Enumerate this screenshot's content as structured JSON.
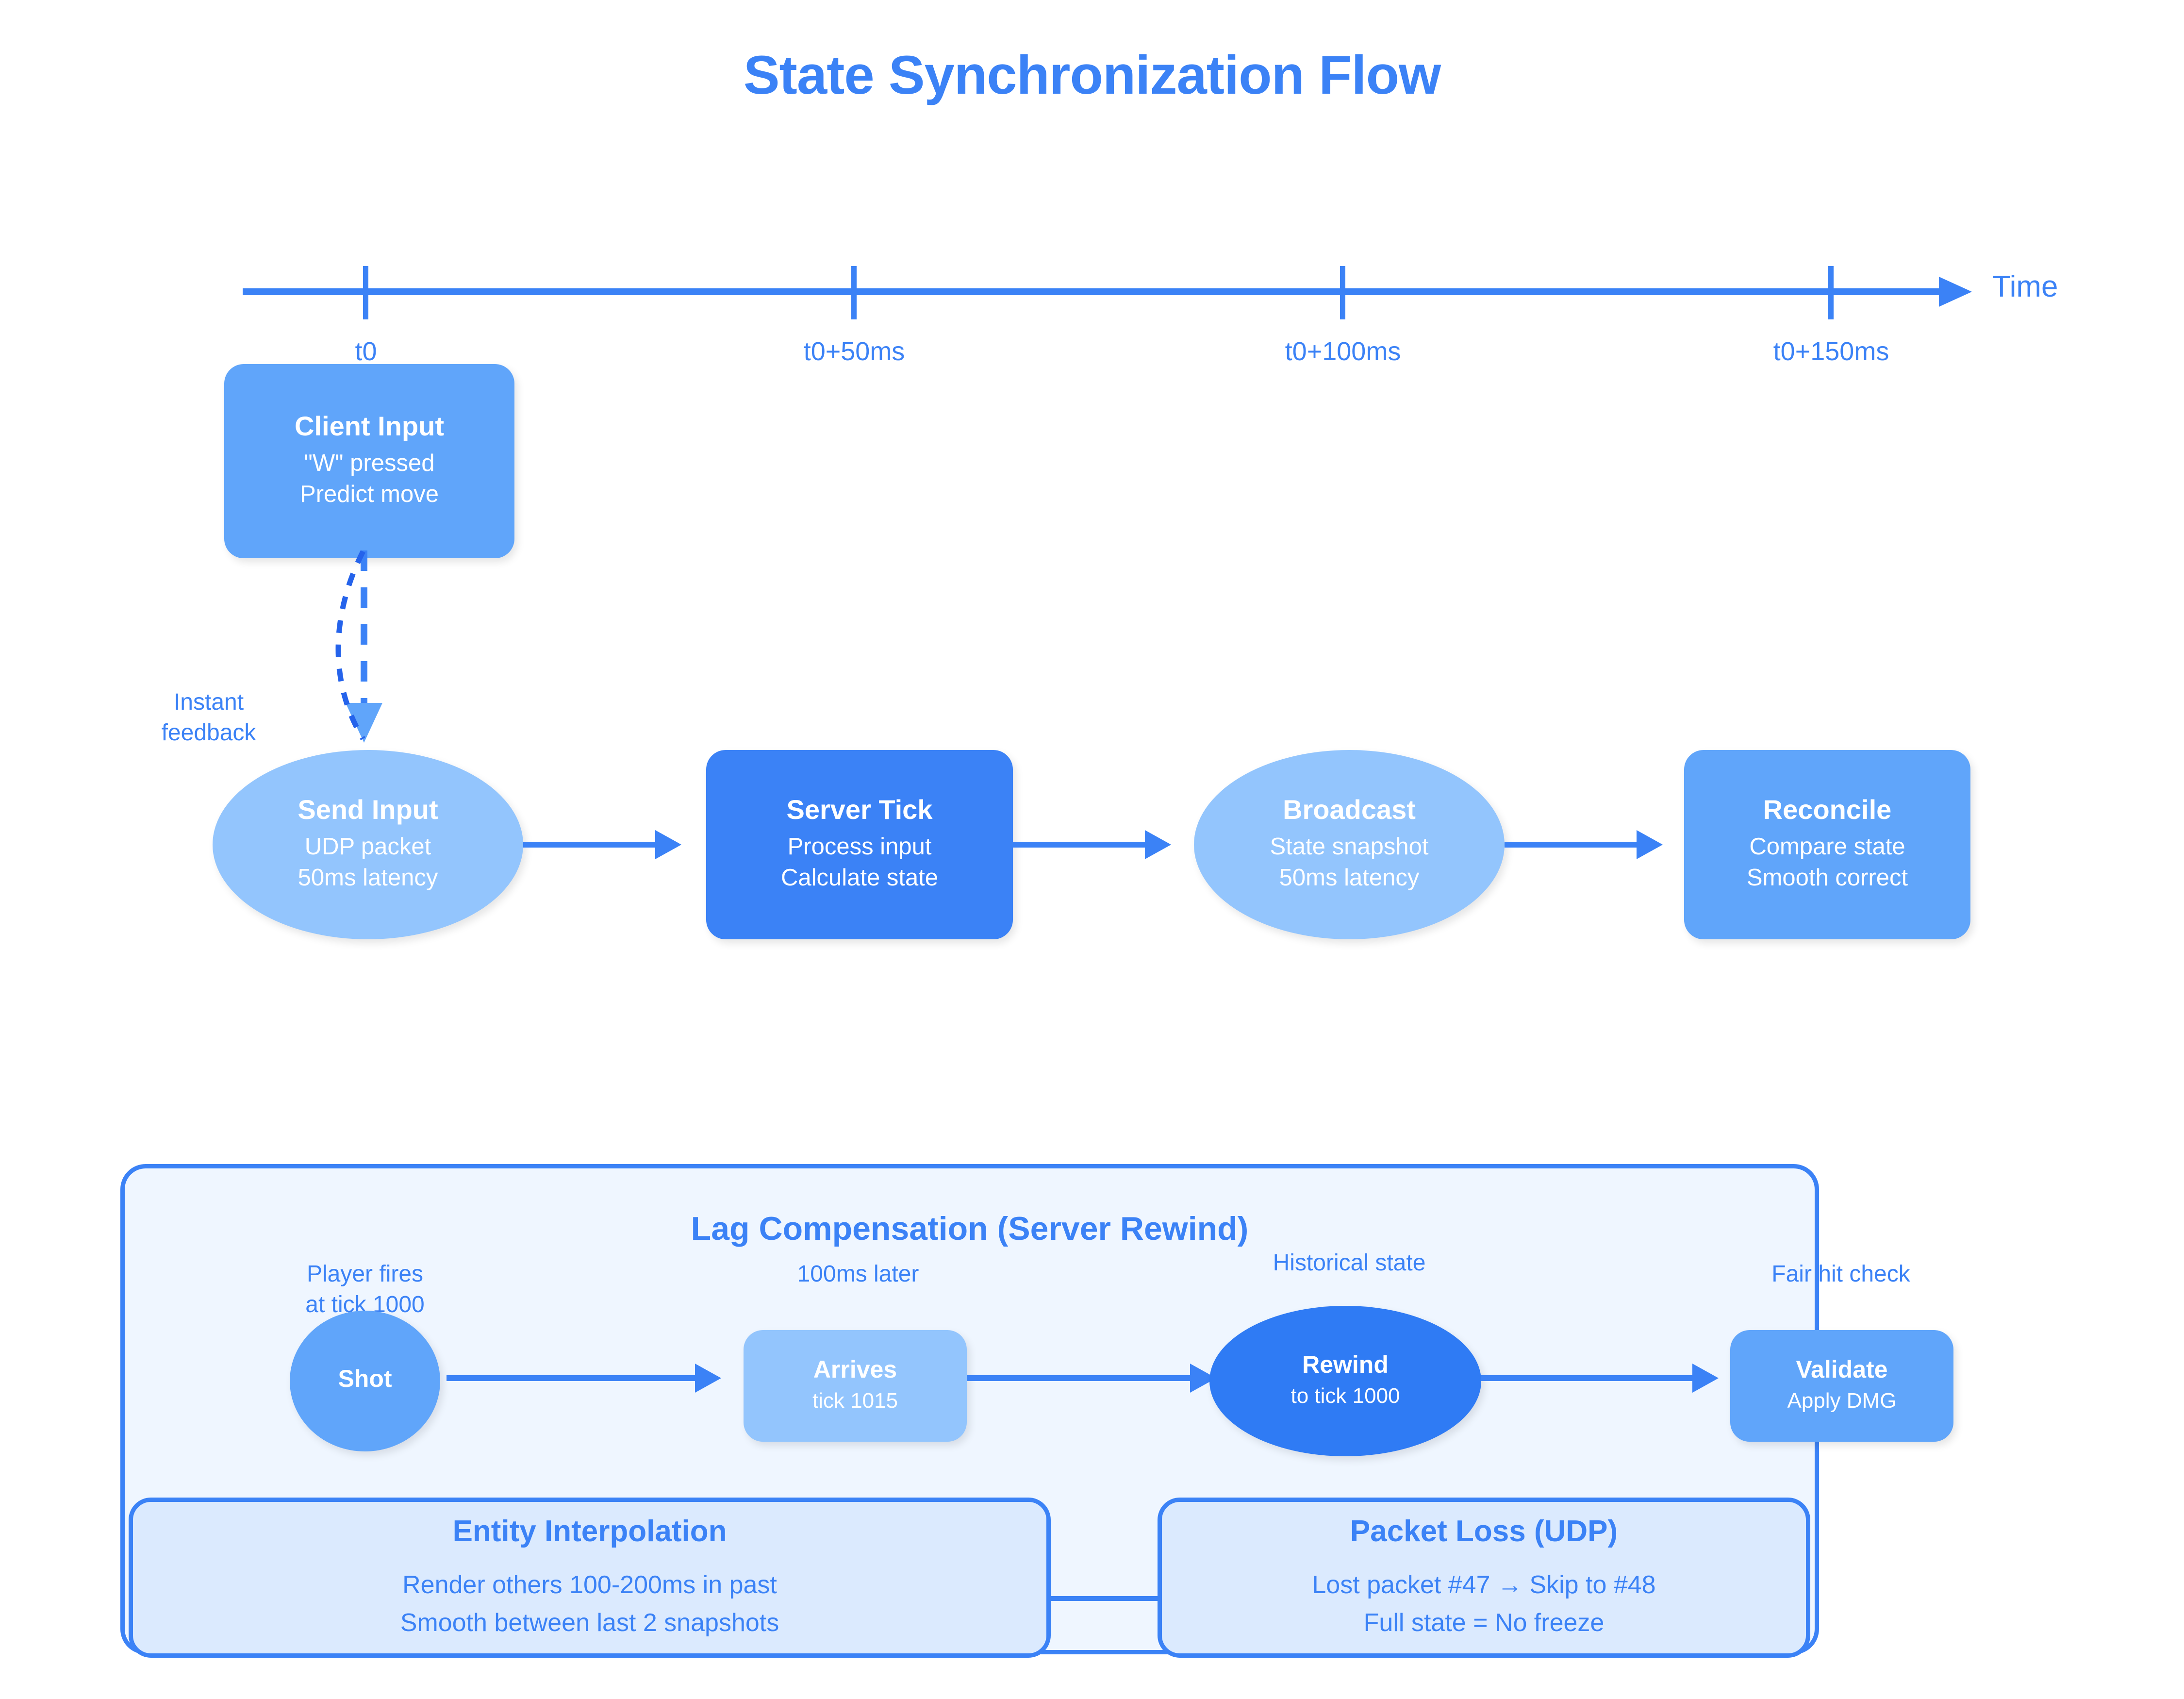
{
  "title": "State Synchronization Flow",
  "colors": {
    "accent": "#3b82f6",
    "node_mid": "#60a5fa",
    "node_light": "#93c5fd",
    "node_dark": "#2f7bf4",
    "panel_bg": "#eff6ff",
    "subpanel_bg": "#dbeafe"
  },
  "timeline": {
    "axis_label": "Time",
    "ticks": [
      {
        "label": "t0"
      },
      {
        "label": "t0+50ms"
      },
      {
        "label": "t0+100ms"
      },
      {
        "label": "t0+150ms"
      }
    ]
  },
  "flow": {
    "client_input": {
      "title": "Client Input",
      "line1": "\"W\" pressed",
      "line2": "Predict move"
    },
    "feedback_label": {
      "line1": "Instant",
      "line2": "feedback"
    },
    "send_input": {
      "title": "Send Input",
      "line1": "UDP packet",
      "line2": "50ms latency"
    },
    "server_tick": {
      "title": "Server Tick",
      "line1": "Process input",
      "line2": "Calculate state"
    },
    "broadcast": {
      "title": "Broadcast",
      "line1": "State snapshot",
      "line2": "50ms latency"
    },
    "reconcile": {
      "title": "Reconcile",
      "line1": "Compare state",
      "line2": "Smooth correct"
    }
  },
  "lag_panel": {
    "title": "Lag Compensation (Server Rewind)",
    "annotations": {
      "shot": {
        "line1": "Player fires",
        "line2": "at tick 1000"
      },
      "arrives": {
        "line1": "100ms later"
      },
      "rewind": {
        "line1": "Historical state"
      },
      "validate": {
        "line1": "Fair hit check"
      }
    },
    "nodes": {
      "shot": {
        "title": "Shot",
        "line1": ""
      },
      "arrives": {
        "title": "Arrives",
        "line1": "tick 1015"
      },
      "rewind": {
        "title": "Rewind",
        "line1": "to tick 1000"
      },
      "validate": {
        "title": "Validate",
        "line1": "Apply DMG"
      }
    },
    "entity_interpolation": {
      "title": "Entity Interpolation",
      "line1": "Render others 100-200ms in past",
      "line2": "Smooth between last 2 snapshots"
    },
    "packet_loss": {
      "title": "Packet Loss (UDP)",
      "line1": "Lost packet #47 → Skip to #48",
      "line2": "Full state = No freeze"
    }
  }
}
